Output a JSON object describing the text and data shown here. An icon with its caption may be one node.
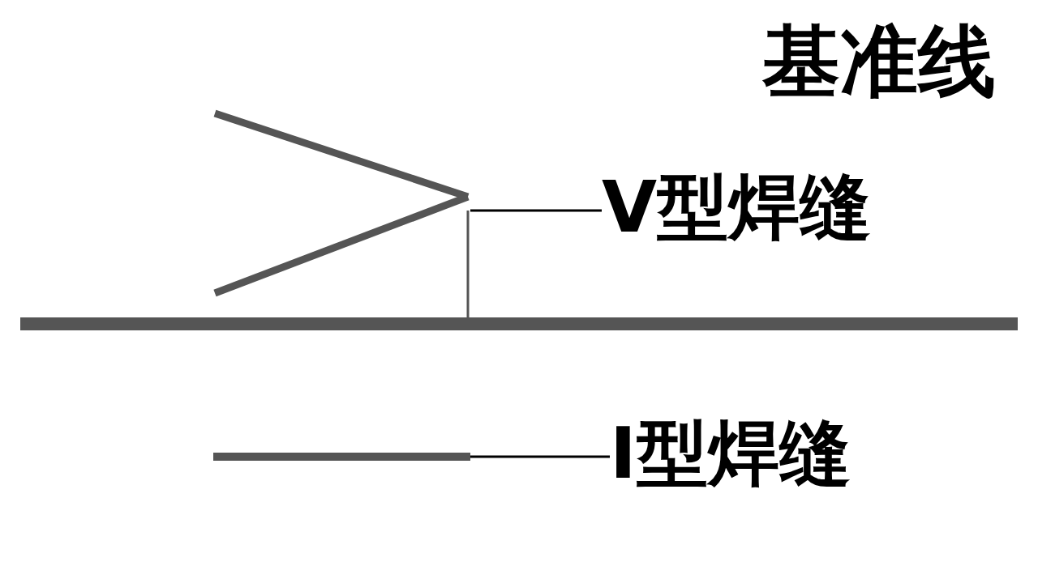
{
  "diagram": {
    "nodes": [
      {
        "text": [],
        "shape": "chevron"
      },
      {
        "text": [
          "V型焊缝"
        ]
      },
      {
        "text": [],
        "shape": "bar"
      },
      {
        "text": [],
        "shape": "bar"
      },
      {
        "text": [
          "I型焊缝"
        ]
      }
    ],
    "edges": [
      {
        "from": 1,
        "to": 0,
        "arrow": "none"
      },
      {
        "from": 0,
        "to": 2,
        "arrow": "none"
      },
      {
        "from": 4,
        "to": 3,
        "arrow": "none"
      }
    ],
    "labels": [
      "基准线"
    ]
  }
}
